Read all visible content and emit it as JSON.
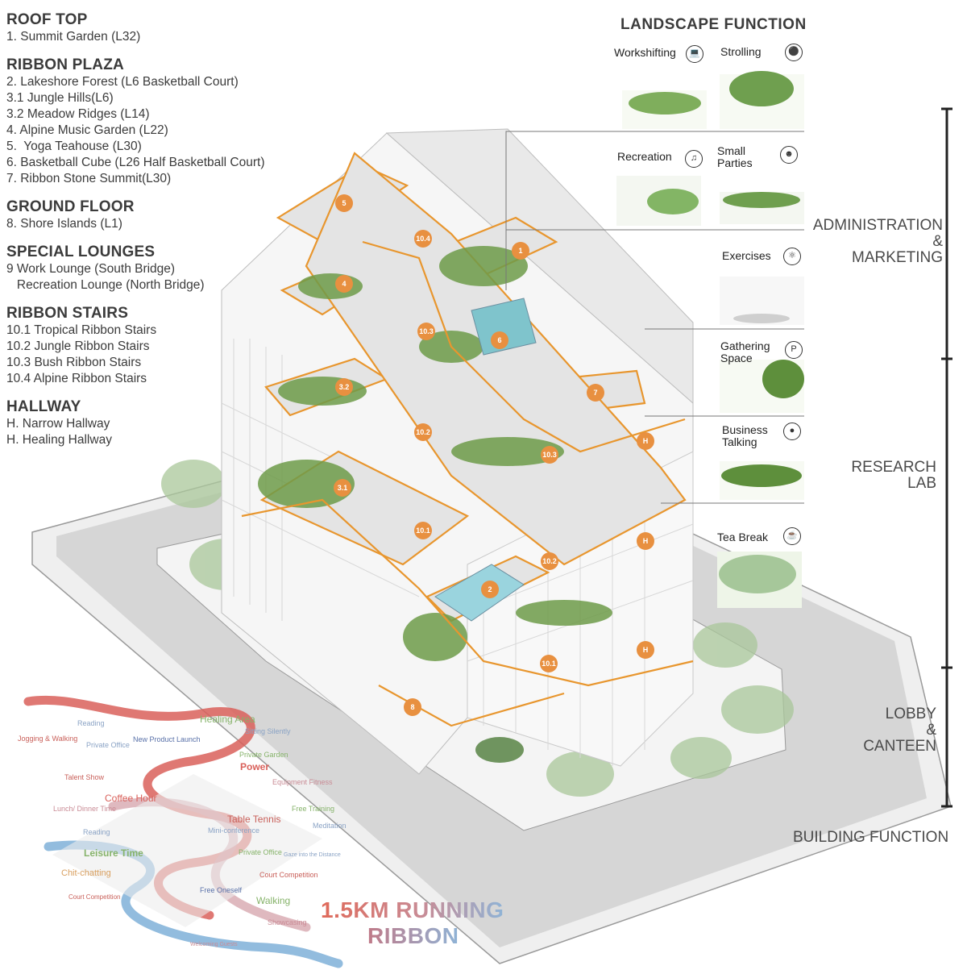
{
  "legend": {
    "sections": [
      {
        "title": "ROOF TOP",
        "items": [
          "1. Summit Garden (L32)"
        ]
      },
      {
        "title": "RIBBON PLAZA",
        "items": [
          "2. Lakeshore Forest (L6 Basketball Court)",
          "3.1 Jungle Hills(L6)",
          "3.2 Meadow Ridges (L14)",
          "4. Alpine Music Garden (L22)",
          "5.  Yoga Teahouse (L30)",
          "6. Basketball Cube (L26 Half Basketball Court)",
          "7. Ribbon Stone Summit(L30)"
        ]
      },
      {
        "title": "GROUND FLOOR",
        "items": [
          "8. Shore Islands (L1)"
        ]
      },
      {
        "title": "SPECIAL LOUNGES",
        "items": [
          "9 Work Lounge (South Bridge)",
          "   Recreation Lounge (North Bridge)"
        ]
      },
      {
        "title": "RIBBON STAIRS",
        "items": [
          "10.1 Tropical Ribbon Stairs",
          "10.2 Jungle Ribbon Stairs",
          "10.3 Bush Ribbon Stairs",
          "10.4 Alpine Ribbon Stairs"
        ]
      },
      {
        "title": "HALLWAY",
        "items": [
          "H. Narrow Hallway",
          "H. Healing Hallway"
        ]
      }
    ]
  },
  "landscape": {
    "title": "LANDSCAPE FUNCTION",
    "functions": [
      {
        "label": "Workshifting",
        "icon": "workshifting-icon"
      },
      {
        "label": "Strolling",
        "icon": "strolling-icon"
      },
      {
        "label": "Recreation",
        "icon": "recreation-icon"
      },
      {
        "label": "Small\nParties",
        "icon": "party-icon"
      },
      {
        "label": "Exercises",
        "icon": "exercise-icon"
      },
      {
        "label": "Gathering\nSpace",
        "icon": "gathering-icon"
      },
      {
        "label": "Business\nTalking",
        "icon": "business-icon"
      },
      {
        "label": "Tea Break",
        "icon": "tea-icon"
      }
    ]
  },
  "building_function": {
    "label": "BUILDING FUNCTION",
    "zones": [
      "ADMINISTRATION\n&\nMARKETING",
      "RESEARCH\nLAB",
      "LOBBY\n&\nCANTEEN"
    ]
  },
  "markers": [
    "1",
    "2",
    "3.1",
    "3.2",
    "4",
    "5",
    "6",
    "7",
    "8",
    "10.1",
    "10.1",
    "10.2",
    "10.2",
    "10.3",
    "10.3",
    "10.4",
    "H",
    "H",
    "H"
  ],
  "ribbon": {
    "activities": [
      "Reading",
      "Jogging & Walking",
      "Private Office",
      "Healing Area",
      "Sitting Silently",
      "New Product Launch",
      "Private Garden",
      "Talent Show",
      "Power",
      "Equipment Fitness",
      "Coffee Hour",
      "Lunch/ Dinner Time",
      "Free Training",
      "Reading",
      "Table Tennis",
      "Meditation",
      "Mini-conference",
      "Leisure Time",
      "Private Office",
      "Gaze into the Distance",
      "Chit-chatting",
      "Court Competition",
      "Free Oneself",
      "Court Competition",
      "Walking",
      "Showcasing",
      "Welcoming Guests"
    ],
    "slogan_1": "1.5KM RUNNING",
    "slogan_2": "RIBBON"
  },
  "colors": {
    "accent": "#e8962e",
    "marker": "#e89040",
    "green": "#5e8f3c",
    "ribbon_red": "#d9605a",
    "ribbon_blue": "#7fb0d8"
  }
}
